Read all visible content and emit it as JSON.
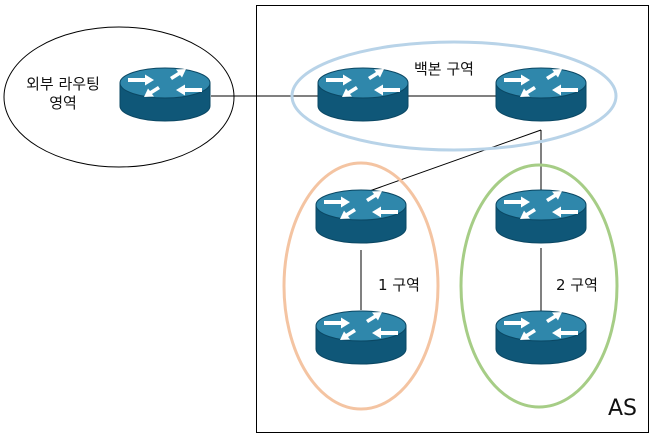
{
  "labels": {
    "external": "외부 라우팅\n영역",
    "backbone": "백본 구역",
    "area1": "1 구역",
    "area2": "2 구역",
    "as": "AS"
  },
  "colors": {
    "router_top": "#2f87ab",
    "router_side": "#0f5778",
    "router_edge": "#0a4763",
    "arrow": "#ffffff",
    "backbone_ring": "#b8d3e8",
    "area1_ring": "#f4c4a2",
    "area2_ring": "#a6cd86",
    "line": "#000000"
  },
  "routers": [
    {
      "id": "external-router",
      "icon": "router-icon"
    },
    {
      "id": "backbone-router-1",
      "icon": "router-icon"
    },
    {
      "id": "backbone-router-2",
      "icon": "router-icon"
    },
    {
      "id": "area1-router-top",
      "icon": "router-icon"
    },
    {
      "id": "area1-router-bottom",
      "icon": "router-icon"
    },
    {
      "id": "area2-router-top",
      "icon": "router-icon"
    },
    {
      "id": "area2-router-bottom",
      "icon": "router-icon"
    }
  ]
}
